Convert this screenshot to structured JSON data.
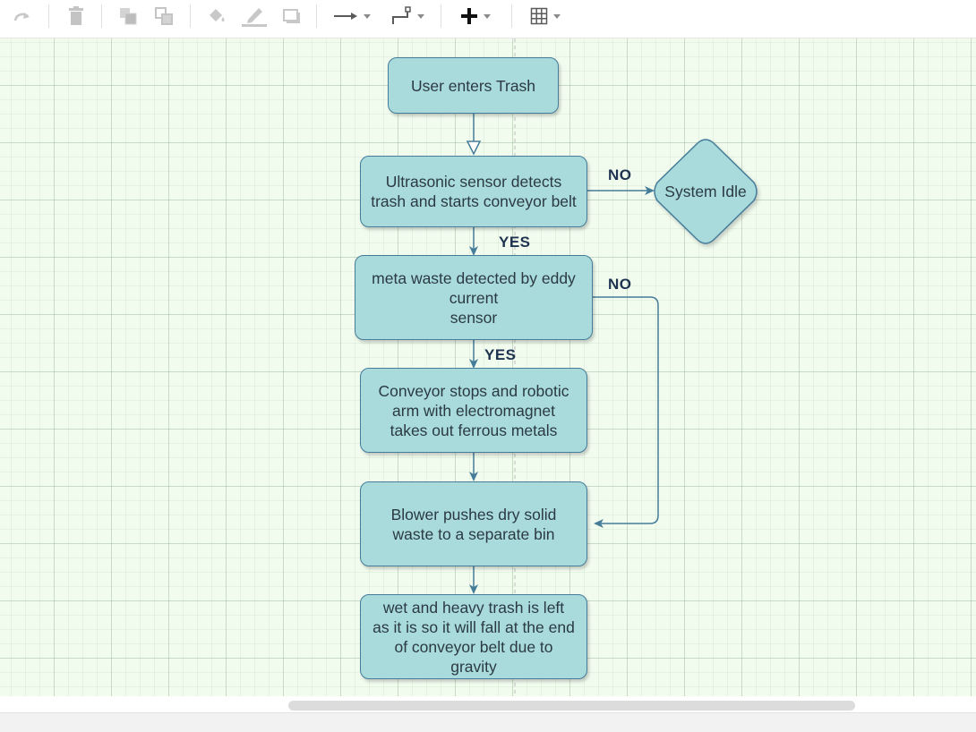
{
  "toolbar": {
    "items": [
      {
        "name": "redo-button",
        "icon": "redo-icon"
      },
      {
        "name": "delete-button",
        "icon": "trash-icon"
      },
      {
        "name": "to-front-button",
        "icon": "to-front-icon"
      },
      {
        "name": "to-back-button",
        "icon": "to-back-icon"
      },
      {
        "name": "fill-color-button",
        "icon": "paint-bucket-icon"
      },
      {
        "name": "line-color-button",
        "icon": "pencil-icon"
      },
      {
        "name": "shadow-button",
        "icon": "shadow-icon"
      },
      {
        "name": "connection-style-button",
        "icon": "arrow-right-icon"
      },
      {
        "name": "waypoints-button",
        "icon": "waypoints-icon"
      },
      {
        "name": "insert-button",
        "icon": "plus-icon"
      },
      {
        "name": "table-button",
        "icon": "table-icon"
      }
    ]
  },
  "diagram": {
    "nodes": {
      "user_enters": "User enters Trash",
      "ultrasonic": "Ultrasonic sensor detects\ntrash and starts conveyor belt",
      "system_idle": "System Idle",
      "metal_detect": "meta waste detected by eddy\ncurrent\nsensor",
      "conveyor_stops": "Conveyor stops and robotic\narm with electromagnet\ntakes out ferrous metals",
      "blower": "Blower pushes dry solid\nwaste to a separate bin",
      "wet_heavy": "wet and heavy  trash is left\nas it is so it will fall at the end\nof conveyor belt due to\ngravity"
    },
    "edge_labels": {
      "no_1": "NO",
      "yes_1": "YES",
      "no_2": "NO",
      "yes_2": "YES"
    },
    "colors": {
      "node_fill": "#a9dbdc",
      "node_stroke": "#457c99",
      "edge": "#457c99",
      "canvas": "#f1fbee",
      "label_text": "#1f3350"
    }
  }
}
